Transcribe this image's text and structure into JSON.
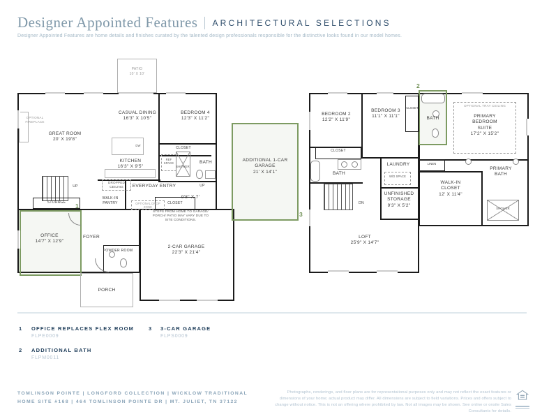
{
  "header": {
    "title": "Designer Appointed Features",
    "section": "ARCHITECTURAL SELECTIONS",
    "description": "Designer Appointed Features are home details and finishes curated by the talented design professionals responsible for the distinctive looks found in our model homes."
  },
  "colors": {
    "accent_green": "#7d9b62",
    "navy": "#1d3c59",
    "muted_slate": "#8aa4b8",
    "light_slate": "#b2c3d1",
    "wall_black": "#1b1b1b"
  },
  "floor1": {
    "patio": {
      "name": "PATIO",
      "dims": "10' X 10'"
    },
    "great_room": {
      "name": "GREAT ROOM",
      "dims": "20' X 19'8\""
    },
    "casual_dining": {
      "name": "CASUAL DINING",
      "dims": "16'3\" X 10'5\""
    },
    "kitchen": {
      "name": "KITCHEN",
      "dims": "16'3\" X 9'5\""
    },
    "bedroom4": {
      "name": "BEDROOM 4",
      "dims": "12'3\" X 11'2\""
    },
    "closet_bed4": {
      "name": "CLOSET"
    },
    "bath": {
      "name": "BATH"
    },
    "ref_space": {
      "name": "REF SPACE"
    },
    "shower": {
      "name": "SHOWER"
    },
    "dw": {
      "name": "DW"
    },
    "optional_fireplace": {
      "name": "OPTIONAL FIREPLACE"
    },
    "dropped_ceiling": {
      "name": "DROPPED CEILING"
    },
    "everyday_entry": {
      "name": "EVERYDAY ENTRY"
    },
    "optional_drop_zone": {
      "name": "OPTIONAL DROP ZONE"
    },
    "walk_in_pantry": {
      "name": "WALK-IN PANTRY"
    },
    "closet_entry": {
      "name": "CLOSET"
    },
    "storage": {
      "name": "STORAGE"
    },
    "stairs_up": {
      "name": "UP"
    },
    "garage_up": {
      "name": "UP"
    },
    "hall_dims": "9'8\" X 7'",
    "steps_note": "STEPS FROM HOME TO GARAGE/ PORCH/ PATIO MAY VARY DUE TO SITE CONDITIONS.",
    "office": {
      "name": "OFFICE",
      "dims": "14'7\" X 12'9\""
    },
    "foyer": {
      "name": "FOYER"
    },
    "powder_room": {
      "name": "POWDER ROOM"
    },
    "porch": {
      "name": "PORCH"
    },
    "garage": {
      "name": "2-CAR GARAGE",
      "dims": "22'3\" X 21'4\""
    },
    "additional_garage": {
      "name": "ADDITIONAL 1-CAR GARAGE",
      "dims": "21' X 14'1\""
    }
  },
  "floor2": {
    "bedroom2": {
      "name": "BEDROOM 2",
      "dims": "12'2\" X 11'9\""
    },
    "bedroom3": {
      "name": "BEDROOM 3",
      "dims": "11'1\" X 11'1\""
    },
    "closet_bed3": {
      "name": "CLOSET"
    },
    "closet_bed2": {
      "name": "CLOSET"
    },
    "bath_hall": {
      "name": "BATH"
    },
    "bath_additional": {
      "name": "BATH"
    },
    "optional_tray": {
      "name": "OPTIONAL TRAY CEILING"
    },
    "primary_suite": {
      "name": "PRIMARY BEDROOM SUITE",
      "dims": "17'2\" X 15'2\""
    },
    "laundry": {
      "name": "LAUNDRY"
    },
    "wd_space": {
      "name": "W/D SPACE"
    },
    "linen": {
      "name": "LINEN"
    },
    "unfinished_storage": {
      "name": "UNFINISHED STORAGE",
      "dims": "9'3\" X 5'2\""
    },
    "walk_in_closet": {
      "name": "WALK-IN CLOSET",
      "dims": "12' X 11'4\""
    },
    "primary_bath": {
      "name": "PRIMARY BATH"
    },
    "shower": {
      "name": "SHOWER"
    },
    "loft": {
      "name": "LOFT",
      "dims": "25'9\" X 14'7\""
    },
    "stairs_dn": {
      "name": "DN"
    }
  },
  "legend": {
    "items": [
      {
        "num": "1",
        "title": "OFFICE REPLACES FLEX ROOM",
        "code": "FLPE0009"
      },
      {
        "num": "2",
        "title": "ADDITIONAL BATH",
        "code": "FLPM0011"
      },
      {
        "num": "3",
        "title": "3-CAR GARAGE",
        "code": "FLPS0009"
      }
    ]
  },
  "footer": {
    "community_line": "TOMLINSON POINTE  |  LONGFORD COLLECTION  |  WICKLOW TRADITIONAL",
    "address_line": "HOME SITE #168  |  464 TOMLINSON POINTE DR  |  MT. JULIET, TN 37122",
    "disclaimer": "Photographs, renderings, and floor plans are for representational purposes only and may not reflect the exact features or dimensions of your home; actual product may differ. All dimensions are subject to field variations. Prices and offers subject to change without notice. This is not an offering where prohibited by law. Not all images may be shown. See online or onsite Sales Consultants for details."
  }
}
